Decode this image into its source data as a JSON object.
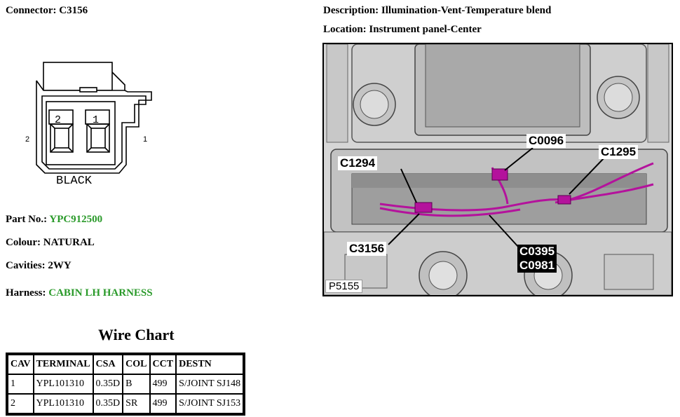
{
  "header": {
    "connector_label": "Connector:",
    "connector_value": "C3156",
    "description_label": "Description:",
    "description_value": "Illumination-Vent-Temperature blend",
    "location_label": "Location:",
    "location_value": "Instrument panel-Center"
  },
  "connector_diagram": {
    "pin_left": "2",
    "pin_right": "1",
    "cavity_labels": [
      "2",
      "1"
    ],
    "colour_label": "BLACK"
  },
  "details": {
    "part_no_label": "Part No.:",
    "part_no_value": "YPC912500",
    "colour_label": "Colour:",
    "colour_value": "NATURAL",
    "cavities_label": "Cavities:",
    "cavities_value": "2WY",
    "harness_label": "Harness:",
    "harness_value": "CABIN LH HARNESS",
    "link_color": "#2a9a2a"
  },
  "photo": {
    "callouts": [
      "C0096",
      "C1294",
      "C1295",
      "C3156",
      "C0395",
      "C0981"
    ],
    "figure_id": "P5155",
    "harness_color": "#b4129c"
  },
  "wire_chart": {
    "title": "Wire Chart",
    "columns": [
      "CAV",
      "TERMINAL",
      "CSA",
      "COL",
      "CCT",
      "DESTN"
    ],
    "rows": [
      [
        "1",
        "YPL101310",
        "0.35D",
        "B",
        "499",
        "S/JOINT SJ148"
      ],
      [
        "2",
        "YPL101310",
        "0.35D",
        "SR",
        "499",
        "S/JOINT SJ153"
      ]
    ]
  }
}
